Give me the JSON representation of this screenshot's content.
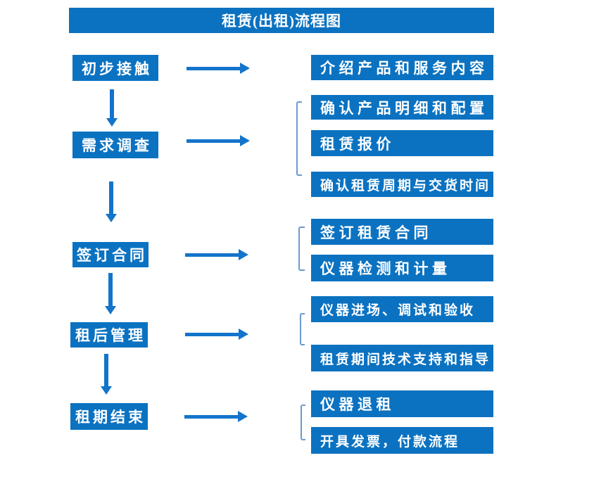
{
  "title": "租赁(出租)流程图",
  "colors": {
    "primary_blue": "#0b72c1",
    "arrow_blue": "#1374cb",
    "bracket_blue": "#6a9ad2",
    "text_white": "#ffffff"
  },
  "flow": {
    "steps": [
      {
        "label": "初步接触",
        "details": [
          "介绍产品和服务内容"
        ]
      },
      {
        "label": "需求调查",
        "details": [
          "确认产品明细和配置",
          "租赁报价",
          "确认租赁周期与交货时间"
        ]
      },
      {
        "label": "签订合同",
        "details": [
          "签订租赁合同",
          "仪器检测和计量"
        ]
      },
      {
        "label": "租后管理",
        "details": [
          "仪器进场、调试和验收",
          "租赁期间技术支持和指导"
        ]
      },
      {
        "label": "租期结束",
        "details": [
          "仪器退租",
          "开具发票，付款流程"
        ]
      }
    ]
  }
}
